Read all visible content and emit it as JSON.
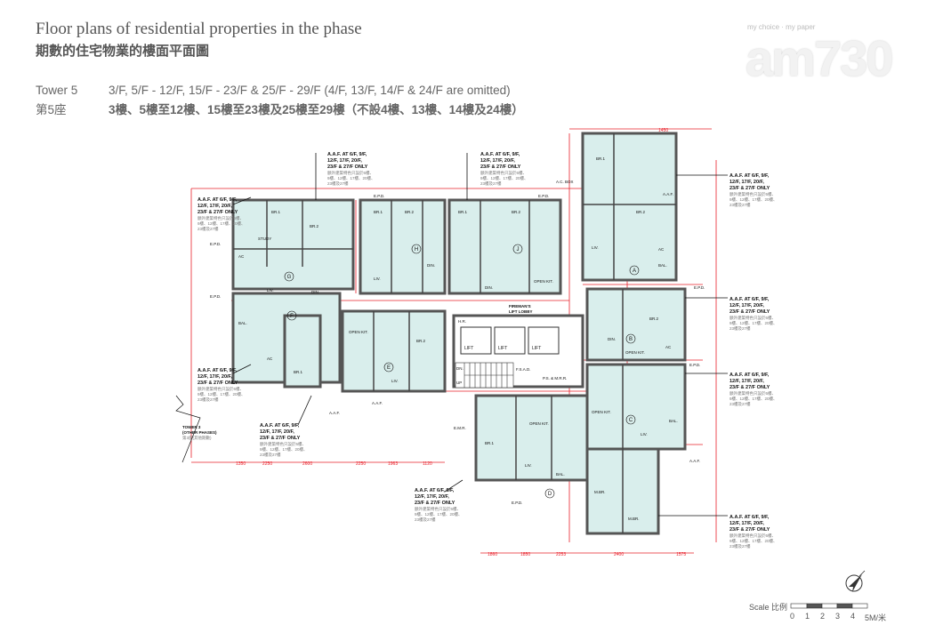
{
  "header": {
    "title_en": "Floor plans of residential properties in the phase",
    "title_zh": "期數的住宅物業的樓面平面圖",
    "tower_en": "Tower 5",
    "floors_en": "3/F, 5/F - 12/F, 15/F - 23/F & 25/F - 29/F (4/F, 13/F, 14/F & 24/F are omitted)",
    "tower_zh": "第5座",
    "floors_zh": "3樓、5樓至12樓、15樓至23樓及25樓至29樓（不設4樓、13樓、14樓及24樓）"
  },
  "logo": {
    "tagline": "my choice · my paper",
    "name": "am730"
  },
  "annotation": {
    "line1": "A.A.F. AT 6/F, 9/F,",
    "line2": "12/F, 17/F, 20/F,",
    "line3": "23/F & 27/F ONLY",
    "zh1": "額外建築特色只設於6樓、",
    "zh2": "9樓、12樓、17樓、20樓、",
    "zh3": "23樓及27樓"
  },
  "plan": {
    "flats": [
      "A",
      "B",
      "C",
      "D",
      "E",
      "F",
      "G",
      "H",
      "J"
    ],
    "rooms": {
      "br1": "BR.1",
      "br2": "BR.2",
      "mbr": "M.BR.",
      "liv": "LIV.",
      "din": "DIN.",
      "kit": "OPEN KIT.",
      "bal": "BAL.",
      "ac": "AC",
      "study": "STUDY",
      "epd": "E.P.D.",
      "aaf": "A.A.F.",
      "acbox": "A.C. BOX"
    },
    "core": {
      "lift": "LIFT",
      "lobby1": "FIREMAN'S",
      "lobby2": "LIFT LOBBY",
      "ps": "P.S. & M.R.R.",
      "emr": "E.M.R.",
      "fsad": "F.S.A.D.",
      "hr": "H.R.",
      "dn": "DN.",
      "up": "UP"
    },
    "tower3_1": "TOWER 3",
    "tower3_2": "(OTHER PHASES)",
    "tower3_zh": "第3座(其他期數)",
    "dims": [
      "1350",
      "2250",
      "2600",
      "2250",
      "1963",
      "1120",
      "1860",
      "1850",
      "2253",
      "2400",
      "1575",
      "1450"
    ]
  },
  "scale": {
    "label": "Scale 比例",
    "ticks": [
      "0",
      "1",
      "2",
      "3",
      "4",
      "5M/米"
    ]
  },
  "colors": {
    "room_fill": "#d9eeec",
    "wall": "#555555",
    "dimension": "#e8202a"
  }
}
